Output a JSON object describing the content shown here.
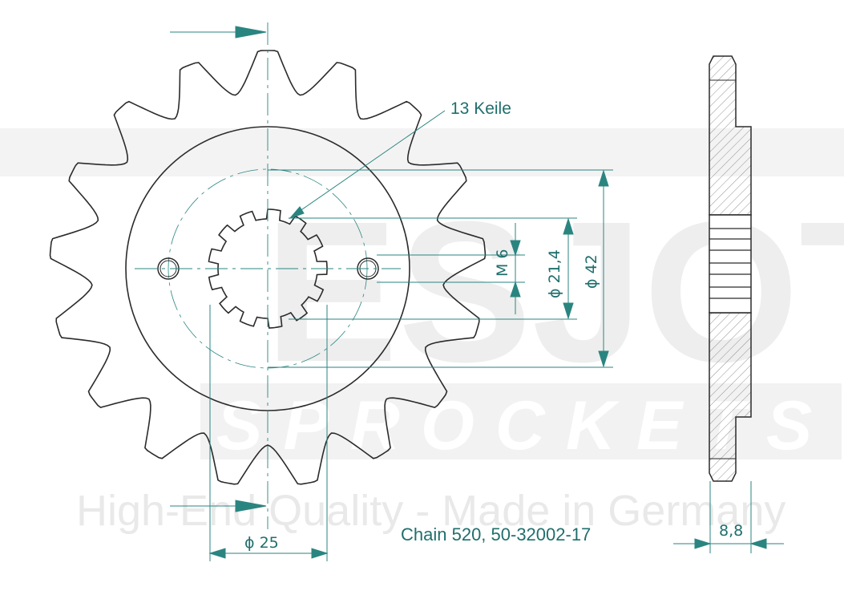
{
  "watermark": {
    "brand": "ESJOT",
    "sub": "SPROCKETS",
    "tagline": "High-End Quality - Made in Germany"
  },
  "drawing": {
    "teeth_count": 17,
    "spline_count": 13,
    "callout": "13 Keile",
    "dim_m6": "M 6",
    "dim_d214": "ϕ 21,4",
    "dim_d42": "ϕ 42",
    "dim_d25": "ϕ 25",
    "dim_width": "8,8",
    "caption": "Chain 520, 50-32002-17"
  },
  "colors": {
    "line": "#2b2b2b",
    "dimension": "#2a8580",
    "watermark": "#ececec"
  }
}
